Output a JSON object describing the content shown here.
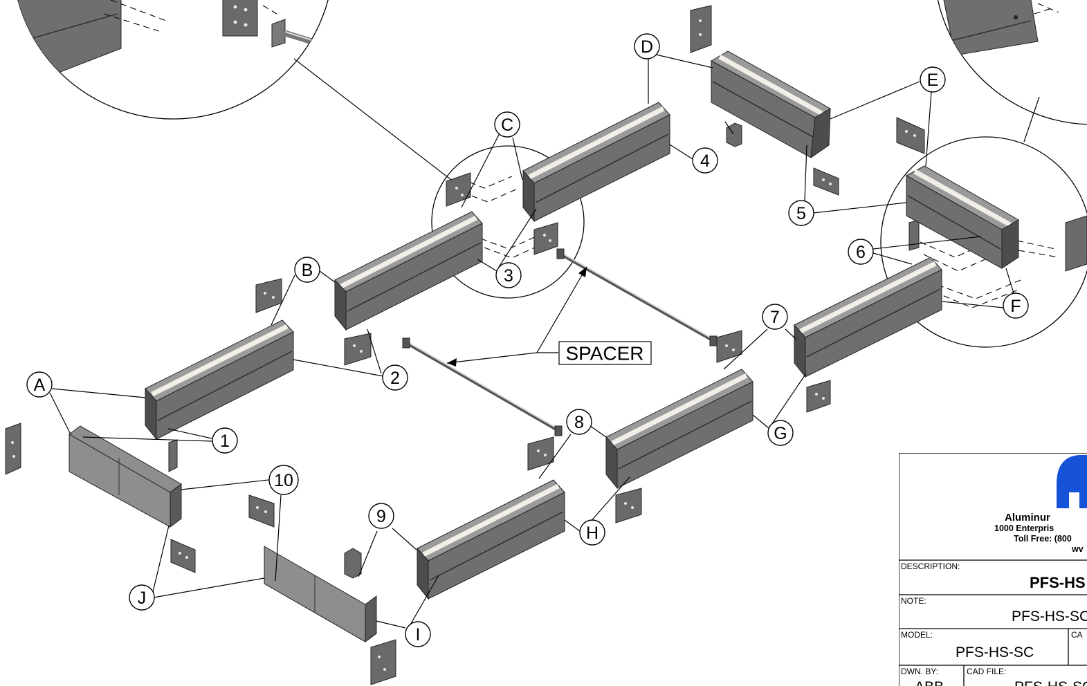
{
  "callouts": {
    "letters": [
      "A",
      "B",
      "C",
      "D",
      "E",
      "F",
      "G",
      "H",
      "I",
      "J"
    ],
    "numbers": [
      "1",
      "2",
      "3",
      "4",
      "5",
      "6",
      "7",
      "8",
      "9",
      "10"
    ]
  },
  "spacer_label": "SPACER",
  "title_block": {
    "company_line1": "Aluminur",
    "company_line2": "1000 Enterpris",
    "company_line3": "Toll Free: (800",
    "company_line4": "wv",
    "description_label": "DESCRIPTION:",
    "description_value": "PFS-HS",
    "note_label": "NOTE:",
    "note_value": "PFS-HS-SC",
    "model_label": "MODEL:",
    "model_value": "PFS-HS-SC",
    "cat_label": "CA",
    "dwn_by_label": "DWN. BY:",
    "dwn_by_value": "ABB",
    "cad_file_label": "CAD FILE:",
    "cad_file_value": "PFS-HS-SC"
  },
  "colors": {
    "logo_blue": "#1652d8",
    "metal_top": "#9a9a9a",
    "metal_side": "#6f6f6f",
    "lining": "#f2efe8"
  }
}
